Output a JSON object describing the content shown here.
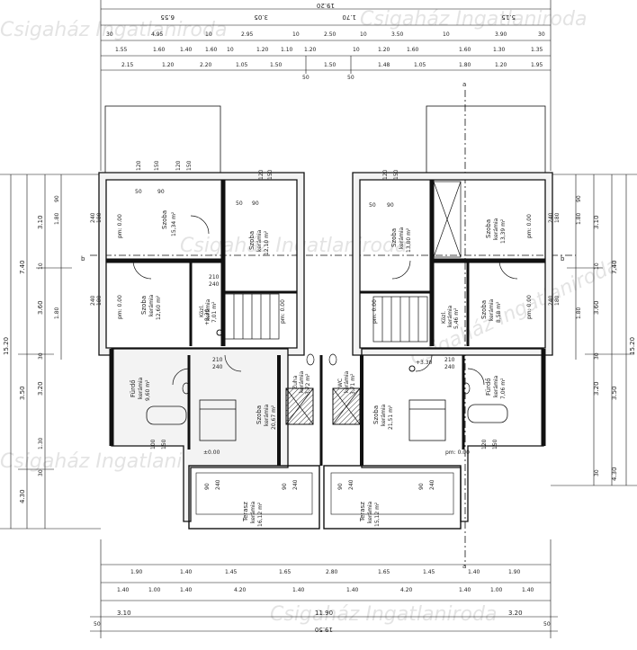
{
  "title": "Floor plan",
  "watermarks": [
    "Csigaház Ingatlaniroda",
    "Csigaház Ingatlaniroda",
    "Csigaház Ingatlaniroda",
    "Csigaház Ingatlaniroda",
    "Csigaház Ingatlaniroda",
    "Csigaház Ingatlaniroda"
  ],
  "section_marks": {
    "a_top": "a",
    "a_bottom": "a",
    "b_left": "b",
    "b_right": "b"
  },
  "overall_dims": {
    "top": "19.20",
    "bottom": "19.50",
    "left": "15.20",
    "right": "15.20"
  },
  "top_dims": {
    "row1": [
      "6.55",
      "5.15",
      "3.05",
      "1.70"
    ],
    "row2": [
      "30",
      "4.95",
      "10",
      "2.95",
      "10",
      "2.50",
      "10",
      "3.50",
      "10",
      "3.90",
      "30"
    ],
    "row3": [
      "1.55",
      "1.60",
      "1.40",
      "1.60",
      "10",
      "1.20",
      "1.10",
      "1.20",
      "10",
      "1.20",
      "1.60",
      "1.60",
      "1.30",
      "1.35"
    ],
    "row4": [
      "2.15",
      "1.20",
      "2.20",
      "1.05",
      "1.50",
      "1.50",
      "1.48",
      "1.05",
      "1.80",
      "1.20",
      "1.95"
    ],
    "row5": [
      "50",
      "50"
    ]
  },
  "bottom_dims": {
    "row1": [
      "1.90",
      "1.40",
      "1.45",
      "1.65",
      "2.80",
      "1.65",
      "1.45",
      "1.40",
      "1.90"
    ],
    "row2": [
      "1.40",
      "1.00",
      "1.40",
      "4.20",
      "1.40",
      "1.40",
      "4.20",
      "1.40",
      "1.00",
      "1.40"
    ],
    "row3": [
      "3.10",
      "11.90",
      "3.20"
    ],
    "row4": [
      "50",
      "50"
    ]
  },
  "left_dims": [
    "7.40",
    "3.10",
    "3.60",
    "10",
    "30",
    "3.20",
    "3.50",
    "4.30",
    "1.30",
    "30",
    "1.80",
    "1.80",
    "90"
  ],
  "right_dims": [
    "7.40",
    "3.10",
    "3.60",
    "10",
    "30",
    "3.20",
    "3.50",
    "4.30",
    "30",
    "1.80",
    "1.80",
    "90"
  ],
  "rooms": [
    {
      "name": "Szoba",
      "floor": "",
      "area": "15,34 m²"
    },
    {
      "name": "Szoba",
      "floor": "kerámia",
      "area": "12,10 m²"
    },
    {
      "name": "Szoba",
      "floor": "kerámia",
      "area": "12,60 m²"
    },
    {
      "name": "Közl.",
      "floor": "kerámia",
      "area": "7,01 m²"
    },
    {
      "name": "Fürdő",
      "floor": "kerámia",
      "area": "9,60 m²"
    },
    {
      "name": "Szoba",
      "floor": "kerámia",
      "area": "20,67 m²"
    },
    {
      "name": "Zuha",
      "floor": "kerámia",
      "area": "3,72 m²"
    },
    {
      "name": "WC",
      "floor": "kerámia",
      "area": "3,71 m²"
    },
    {
      "name": "Szoba",
      "floor": "kerámia",
      "area": "21,51 m²"
    },
    {
      "name": "Szoba",
      "floor": "kerámia",
      "area": "13,80 m²"
    },
    {
      "name": "Szoba",
      "floor": "kerámia",
      "area": "13,39 m²"
    },
    {
      "name": "Közl.",
      "floor": "kerámia",
      "area": "5,46 m²"
    },
    {
      "name": "Szoba",
      "floor": "kerámia",
      "area": "8,58 m²"
    },
    {
      "name": "Fürdő",
      "floor": "kerámia",
      "area": "7,06 m²"
    },
    {
      "name": "Terasz",
      "floor": "kerámia",
      "area": "16,12 m²"
    },
    {
      "name": "Terasz",
      "floor": "kerámia",
      "area": "15,12 m²"
    }
  ],
  "levels": [
    "+3.30",
    "+3.30",
    "±0.00",
    "pm: 0.00",
    "pm: 0.00",
    "pm: 0.00",
    "pm: 0.00",
    "pm: 0.00",
    "pm: 0.00",
    "pm: 0.00"
  ],
  "opening_labels": [
    "120",
    "150",
    "90",
    "50",
    "120",
    "150",
    "90",
    "50",
    "120",
    "150",
    "120",
    "150",
    "90",
    "50",
    "210",
    "240",
    "210",
    "240",
    "210",
    "240",
    "90",
    "240",
    "90",
    "240",
    "90",
    "240",
    "90",
    "240",
    "100",
    "150",
    "120",
    "150",
    "240",
    "180",
    "240",
    "180",
    "240",
    "180",
    "240",
    "180"
  ]
}
